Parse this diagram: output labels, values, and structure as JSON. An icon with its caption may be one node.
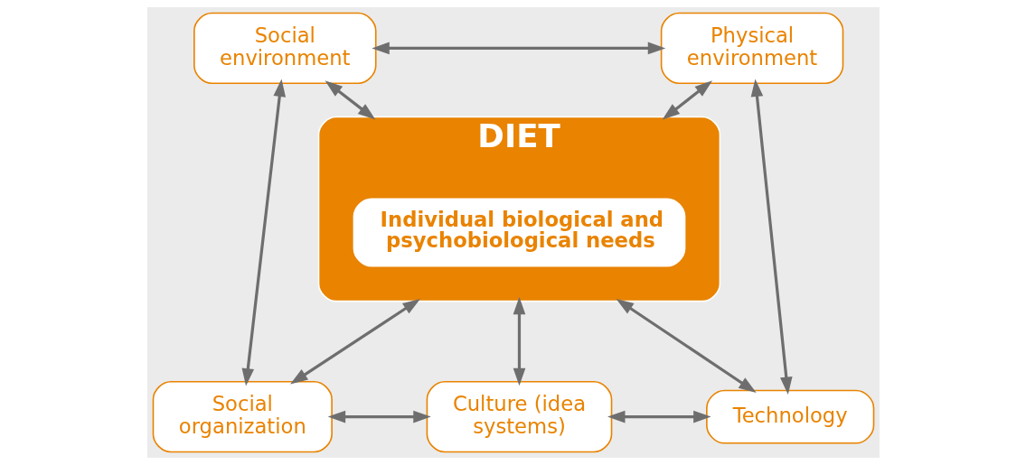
{
  "diagram": {
    "nodes": [
      {
        "text": [
          "Social environment"
        ]
      },
      {
        "text": [
          "Physical environment"
        ]
      },
      {
        "text": [
          "DIET"
        ]
      },
      {
        "text": [
          "Individual biological and psychobiological needs"
        ],
        "in": 2
      },
      {
        "text": [
          "Social organization"
        ]
      },
      {
        "text": [
          "Culture (idea systems)"
        ]
      },
      {
        "text": [
          "Technology"
        ]
      }
    ],
    "edges": [
      {
        "from": 0,
        "to": 1,
        "arrow": "both"
      },
      {
        "from": 0,
        "to": 4,
        "arrow": "both"
      },
      {
        "from": 0,
        "to": 2,
        "arrow": "both"
      },
      {
        "from": 1,
        "to": 2,
        "arrow": "both"
      },
      {
        "from": 1,
        "to": 6,
        "arrow": "both"
      },
      {
        "from": 4,
        "to": 2,
        "arrow": "both"
      },
      {
        "from": 5,
        "to": 2,
        "arrow": "both"
      },
      {
        "from": 6,
        "to": 2,
        "arrow": "both"
      },
      {
        "from": 4,
        "to": 5,
        "arrow": "both"
      },
      {
        "from": 5,
        "to": 6,
        "arrow": "both"
      }
    ]
  }
}
